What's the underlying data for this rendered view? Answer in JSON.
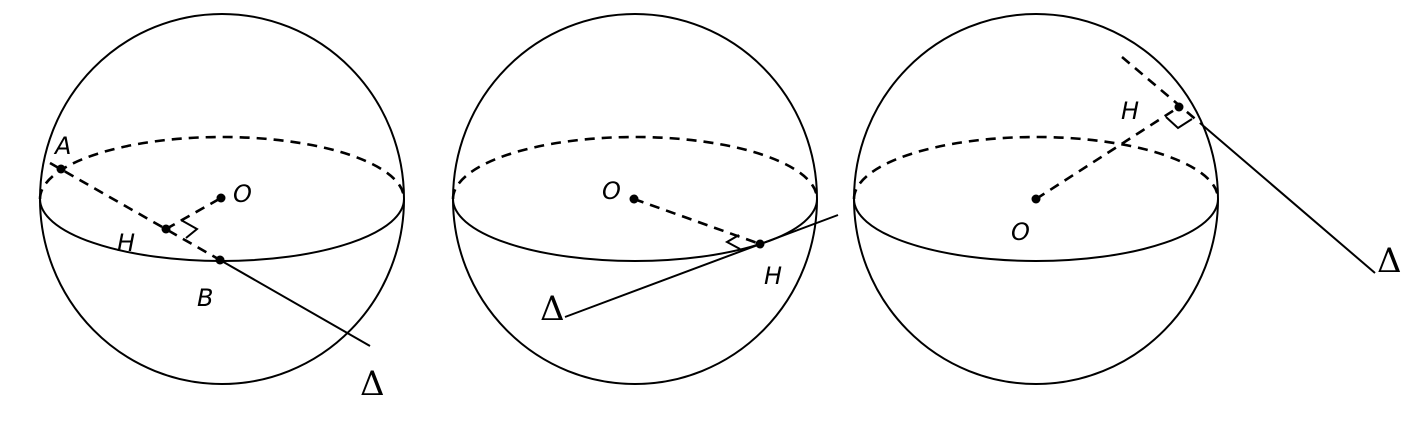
{
  "figures": [
    {
      "name": "case-1",
      "labels": {
        "A": "A",
        "O": "O",
        "H": "H",
        "B": "B",
        "line": "Δ"
      }
    },
    {
      "name": "case-2",
      "labels": {
        "O": "O",
        "H": "H",
        "line": "Δ"
      }
    },
    {
      "name": "case-3",
      "labels": {
        "O": "O",
        "H": "H",
        "line": "Δ"
      }
    }
  ]
}
